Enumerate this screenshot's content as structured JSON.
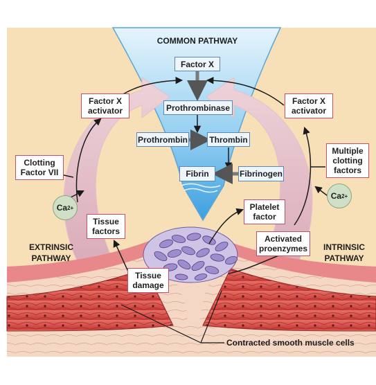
{
  "common_pathway": {
    "title": "COMMON PATHWAY",
    "factor_x": "Factor X",
    "prothrombinase": "Prothrombinase",
    "prothrombin": "Prothrombin",
    "thrombin": "Thrombin",
    "fibrin": "Fibrin",
    "fibrinogen": "Fibrinogen"
  },
  "extrinsic": {
    "title_line1": "EXTRINSIC",
    "title_line2": "PATHWAY",
    "factor_x_activator_line1": "Factor X",
    "factor_x_activator_line2": "activator",
    "clotting_factor_line1": "Clotting",
    "clotting_factor_line2": "Factor VII",
    "calcium_base": "Ca",
    "calcium_charge": "2+",
    "tissue_factors_line1": "Tissue",
    "tissue_factors_line2": "factors",
    "tissue_damage_line1": "Tissue",
    "tissue_damage_line2": "damage"
  },
  "intrinsic": {
    "title_line1": "INTRINSIC",
    "title_line2": "PATHWAY",
    "factor_x_activator_line1": "Factor X",
    "factor_x_activator_line2": "activator",
    "multiple_clotting_line1": "Multiple",
    "multiple_clotting_line2": "clotting",
    "multiple_clotting_line3": "factors",
    "calcium_base": "Ca",
    "calcium_charge": "2+",
    "platelet_factor_line1": "Platelet",
    "platelet_factor_line2": "factor",
    "activated_proenzymes_line1": "Activated",
    "activated_proenzymes_line2": "proenzymes"
  },
  "caption": "Contracted smooth muscle cells",
  "colors": {
    "background": "#f7e0b8",
    "funnel": "#7fc3ec",
    "arrow": "#e5c3cc",
    "label_border": "#c04f6a",
    "vessel": "#d9534f",
    "clot": "#b8a9d6"
  }
}
